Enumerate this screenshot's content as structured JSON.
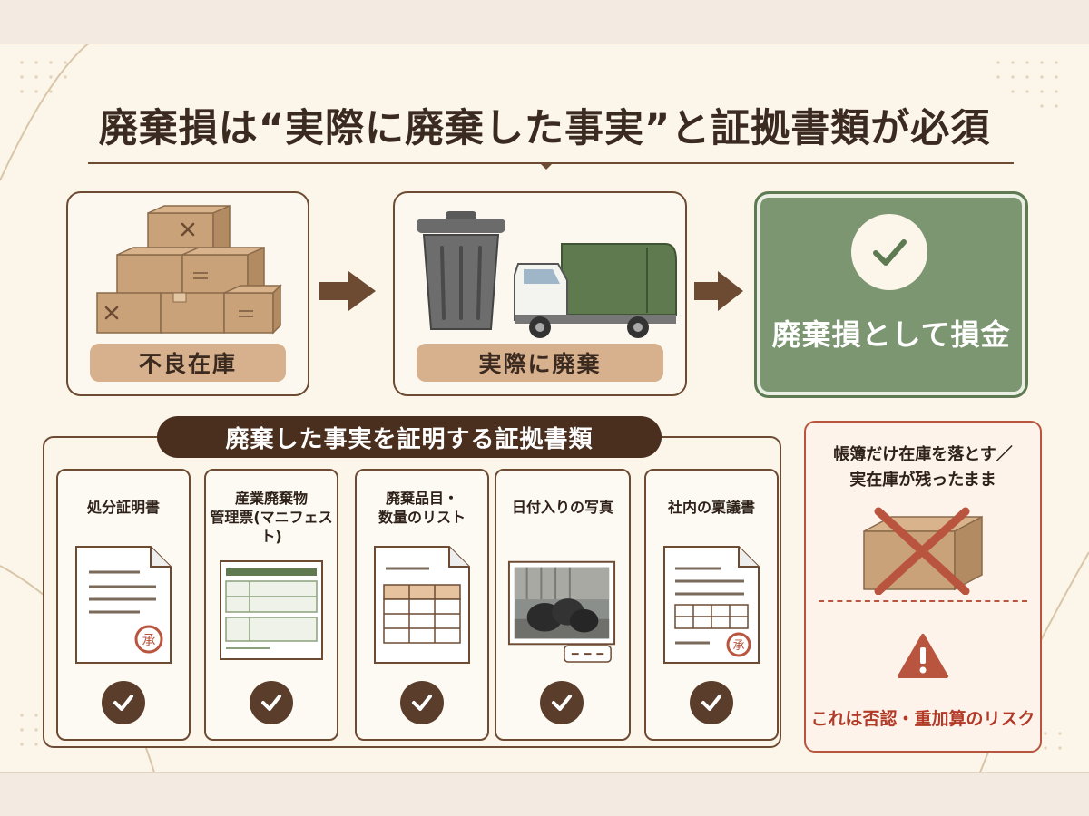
{
  "title": "廃棄損は“実際に廃棄した事実”と証拠書類が必須",
  "flow": {
    "step1_label": "不良在庫",
    "step2_label": "実際に廃棄",
    "result_label": "廃棄損として損金"
  },
  "evidence": {
    "heading": "廃棄した事実を証明する証拠書類",
    "cards": [
      {
        "title": "処分証明書"
      },
      {
        "title": "産業廃棄物\n管理票(マニフェスト)"
      },
      {
        "title": "廃棄品目・\n数量のリスト"
      },
      {
        "title": "日付入りの写真"
      },
      {
        "title": "社内の稟議書"
      }
    ],
    "seal_char": "承"
  },
  "warning": {
    "top_text": "帳簿だけ在庫を落とす／\n実在庫が残ったまま",
    "bottom_text": "これは否認・重加算のリスク"
  },
  "colors": {
    "brown_dark": "#4a2f1f",
    "brown_line": "#6d4b33",
    "pill_tan": "#d7b08d",
    "green_result": "#7b9670",
    "warning_red": "#b9553f"
  }
}
